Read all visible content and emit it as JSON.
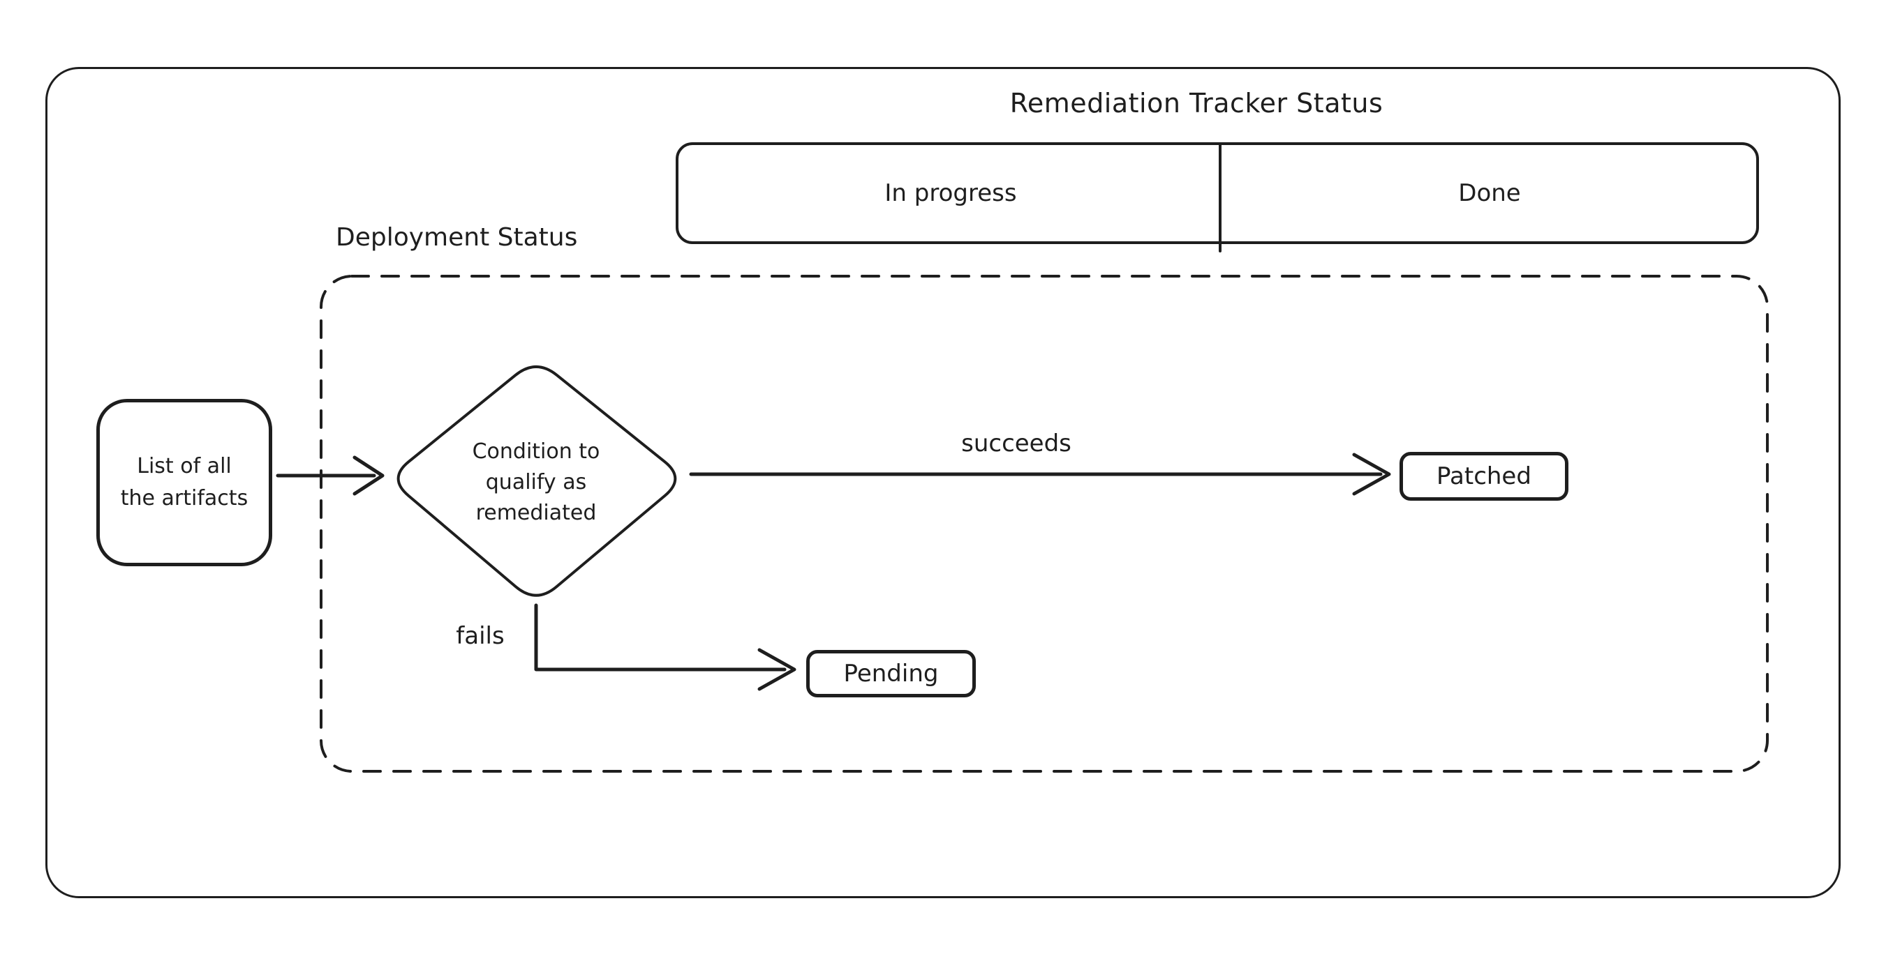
{
  "colors": {
    "stroke": "#1e1e1e",
    "background": "#ffffff"
  },
  "tracker": {
    "title": "Remediation Tracker Status",
    "columns": [
      {
        "label": "In progress"
      },
      {
        "label": "Done"
      }
    ]
  },
  "deployment": {
    "label": "Deployment Status"
  },
  "nodes": {
    "artifacts": "List of all\nthe artifacts",
    "condition": "Condition to\nqualify as\nremediated",
    "patched": "Patched",
    "pending": "Pending"
  },
  "edges": {
    "succeeds": "succeeds",
    "fails": "fails"
  }
}
